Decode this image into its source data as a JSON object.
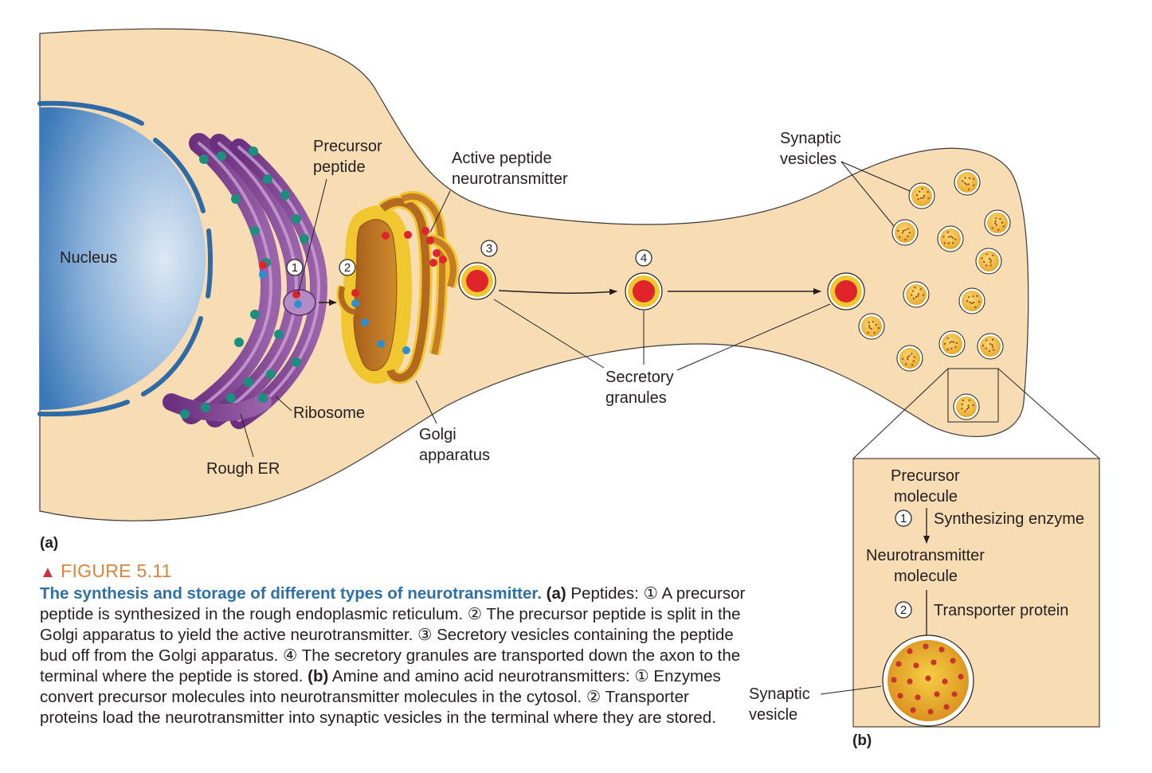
{
  "figure": {
    "panel_a": "(a)",
    "panel_b": "(b)",
    "labels": {
      "nucleus": "Nucleus",
      "precursor_peptide": [
        "Precursor",
        "peptide"
      ],
      "active_peptide": [
        "Active peptide",
        "neurotransmitter"
      ],
      "synaptic_vesicles": [
        "Synaptic",
        "vesicles"
      ],
      "ribosome": "Ribosome",
      "rough_er": "Rough ER",
      "golgi": [
        "Golgi",
        "apparatus"
      ],
      "secretory_granules": [
        "Secretory",
        "granules"
      ],
      "synaptic_vesicle": [
        "Synaptic",
        "vesicle"
      ]
    },
    "steps_a": [
      "1",
      "2",
      "3",
      "4"
    ],
    "inset_b": {
      "precursor": [
        "Precursor",
        "molecule"
      ],
      "step1": "1",
      "enzyme": "Synthesizing enzyme",
      "neurotransmitter": [
        "Neurotransmitter",
        "molecule"
      ],
      "step2": "2",
      "transporter": "Transporter protein"
    }
  },
  "caption": {
    "triangle": "▲",
    "figure_number": "FIGURE 5.11",
    "title": "The synthesis and storage of different types of neurotransmitter.",
    "part_a_label": "(a)",
    "part_a_text": " Peptides: ① A precursor peptide is synthesized in the rough endoplasmic reticulum. ② The precursor peptide is split in the Golgi apparatus to yield the active neurotransmitter. ③ Secretory vesicles containing the peptide bud off from the Golgi apparatus. ④ The secretory granules are transported down the axon to the terminal where the peptide is stored. ",
    "part_b_label": "(b)",
    "part_b_text": " Amine and amino acid neurotransmitters: ① Enzymes convert precursor molecules into neurotransmitter molecules in the cytosol. ② Transporter proteins load the neurotransmitter into synaptic vesicles in the terminal where they are stored."
  },
  "colors": {
    "cytoplasm": "#f8dcb4",
    "nucleus": "#3f7fbd",
    "rough_er": "#7e3f8f",
    "ribosome": "#1b8f7e",
    "golgi": "#c07728",
    "golgi_edge": "#f0c72e",
    "peptide_red": "#e0242b",
    "peptide_blue": "#2f8ed0",
    "vesicle_fill": "#f2c233",
    "vesicle_dots": "#c9352e",
    "caption_title": "#2e6fa8",
    "figure_number": "#d9843b"
  }
}
